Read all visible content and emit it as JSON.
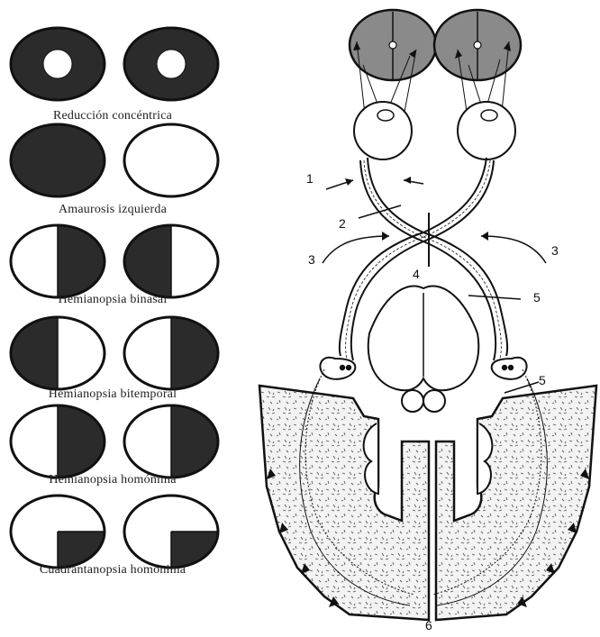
{
  "visual_fields": {
    "captions": [
      "Reducción concéntrica",
      "Amaurosis izquierda",
      "Hemianopsia binasal",
      "Hemianopsia bitemporal",
      "Hemianopsia homónima",
      "Cuadrantanopsia homónima"
    ]
  },
  "pathway": {
    "labels": {
      "l1": "1",
      "l2": "2",
      "l3_left": "3",
      "l3_right": "3",
      "l4": "4",
      "l5_upper": "5",
      "l5_lower": "5",
      "l6": "6"
    }
  },
  "colors": {
    "defect": "#2b2b2b",
    "occipital_fill": "#8a8a8a",
    "line": "#111111"
  }
}
